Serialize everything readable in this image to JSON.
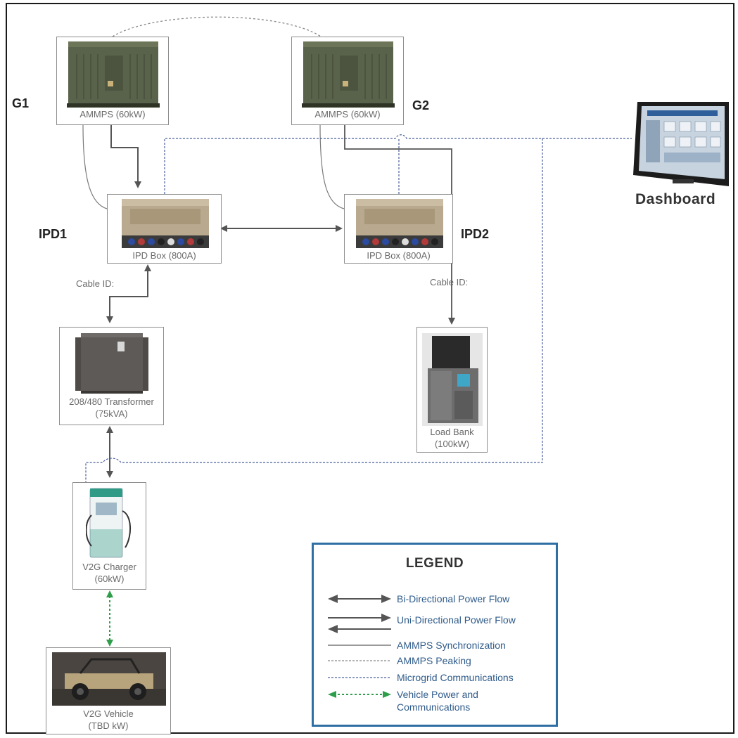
{
  "nodes": {
    "g1": {
      "tag": "G1",
      "caption": "AMMPS (60kW)"
    },
    "g2": {
      "tag": "G2",
      "caption": "AMMPS (60kW)"
    },
    "ipd1": {
      "tag": "IPD1",
      "caption": "IPD Box (800A)"
    },
    "ipd2": {
      "tag": "IPD2",
      "caption": "IPD Box (800A)"
    },
    "transformer": {
      "caption_1": "208/480 Transformer",
      "caption_2": "(75kVA)"
    },
    "load_bank": {
      "caption_1": "Load Bank",
      "caption_2": "(100kW)"
    },
    "charger": {
      "caption_1": "V2G Charger",
      "caption_2": "(60kW)"
    },
    "vehicle": {
      "caption_1": "V2G Vehicle",
      "caption_2": "(TBD kW)"
    },
    "dashboard": {
      "label": "Dashboard"
    }
  },
  "cable_labels": {
    "left": "Cable ID:",
    "right": "Cable ID:"
  },
  "legend": {
    "title": "LEGEND",
    "items": [
      {
        "label": "Bi-Directional Power Flow"
      },
      {
        "label": "Uni-Directional Power Flow"
      },
      {
        "label": "AMMPS Synchronization"
      },
      {
        "label": "AMMPS Peaking"
      },
      {
        "label": "Microgrid Communications"
      },
      {
        "label": "Vehicle Power and",
        "label_2": "Communications"
      }
    ]
  },
  "colors": {
    "power": "#555555",
    "sync": "#7a7a7a",
    "comms": "#4a5f9a",
    "vehicle": "#2e9e4a",
    "legend_border": "#2f6fa3",
    "generator": "#59624a",
    "ipd": "#b9a98f"
  }
}
